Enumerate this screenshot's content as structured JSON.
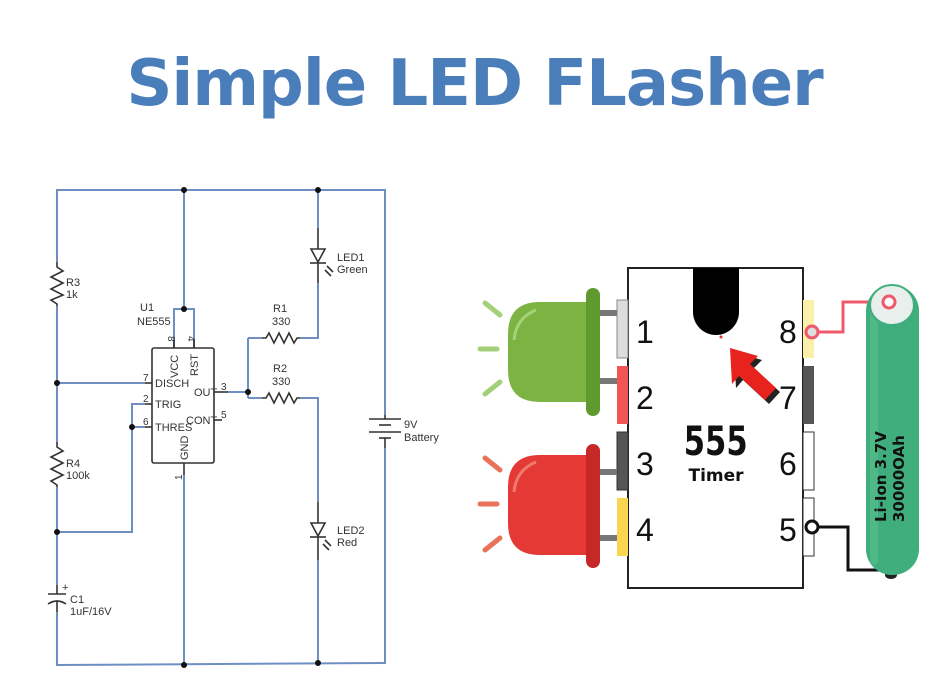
{
  "title": "Simple LED FLasher",
  "colors": {
    "title": "#4a7ebb",
    "wire": "#6f8fc4",
    "led_green": "#7cb342",
    "led_red": "#e53935",
    "battery_green": "#3fae7c",
    "pin_highlight": "#f0596b"
  },
  "schematic": {
    "u1": {
      "ref": "U1",
      "part": "NE555"
    },
    "ic_pins": {
      "vcc": {
        "name": "VCC",
        "num": "8"
      },
      "rst": {
        "name": "RST",
        "num": "4"
      },
      "disch": {
        "name": "DISCH",
        "num": "7"
      },
      "trig": {
        "name": "TRIG",
        "num": "2"
      },
      "thres": {
        "name": "THRES",
        "num": "6"
      },
      "out": {
        "name": "OUT",
        "num": "3"
      },
      "cont": {
        "name": "CONT",
        "num": "5"
      },
      "gnd": {
        "name": "GND",
        "num": "1"
      }
    },
    "r3": {
      "ref": "R3",
      "value": "1k"
    },
    "r4": {
      "ref": "R4",
      "value": "100k"
    },
    "r1": {
      "ref": "R1",
      "value": "330"
    },
    "r2": {
      "ref": "R2",
      "value": "330"
    },
    "c1": {
      "ref": "C1",
      "value": "1uF/16V",
      "polarity": "+"
    },
    "led1": {
      "ref": "LED1",
      "color": "Green"
    },
    "led2": {
      "ref": "LED2",
      "color": "Red"
    },
    "battery": {
      "value": "9V",
      "name": "Battery"
    }
  },
  "pictorial": {
    "chip": {
      "label": "555",
      "sublabel": "Timer"
    },
    "left_pins": [
      "1",
      "2",
      "3",
      "4"
    ],
    "right_pins": [
      "8",
      "7",
      "6",
      "5"
    ],
    "cell": {
      "line1": "Li-Ion 3.7V",
      "line2": "30000OAh"
    }
  }
}
